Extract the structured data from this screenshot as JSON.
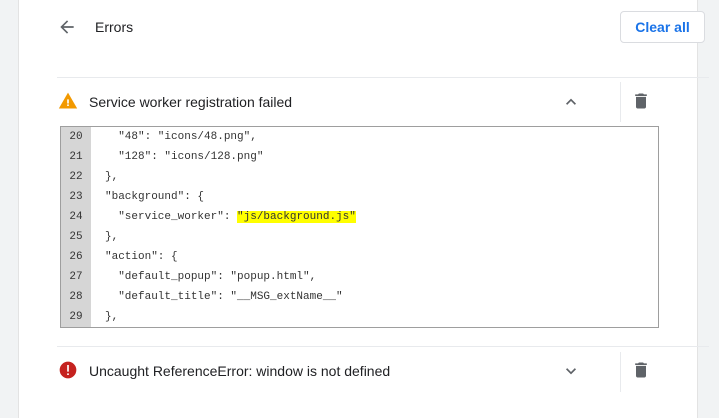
{
  "header": {
    "title": "Errors",
    "clear_all_label": "Clear all"
  },
  "errors": [
    {
      "type": "warning",
      "message": "Service worker registration failed",
      "expanded": true
    },
    {
      "type": "error",
      "message": "Uncaught ReferenceError: window is not defined",
      "expanded": false
    }
  ],
  "code": [
    {
      "num": "20",
      "text": "  \"48\": \"icons/48.png\","
    },
    {
      "num": "21",
      "text": "  \"128\": \"icons/128.png\""
    },
    {
      "num": "22",
      "text": "},"
    },
    {
      "num": "23",
      "text": "\"background\": {"
    },
    {
      "num": "24",
      "text": "  \"service_worker\": ",
      "highlight": "\"js/background.js\""
    },
    {
      "num": "25",
      "text": "},"
    },
    {
      "num": "26",
      "text": "\"action\": {"
    },
    {
      "num": "27",
      "text": "  \"default_popup\": \"popup.html\","
    },
    {
      "num": "28",
      "text": "  \"default_title\": \"__MSG_extName__\""
    },
    {
      "num": "29",
      "text": "},"
    }
  ],
  "colors": {
    "accent": "#1a73e8",
    "warning": "#f29900",
    "error": "#c5221f",
    "highlight": "#ffff00"
  }
}
